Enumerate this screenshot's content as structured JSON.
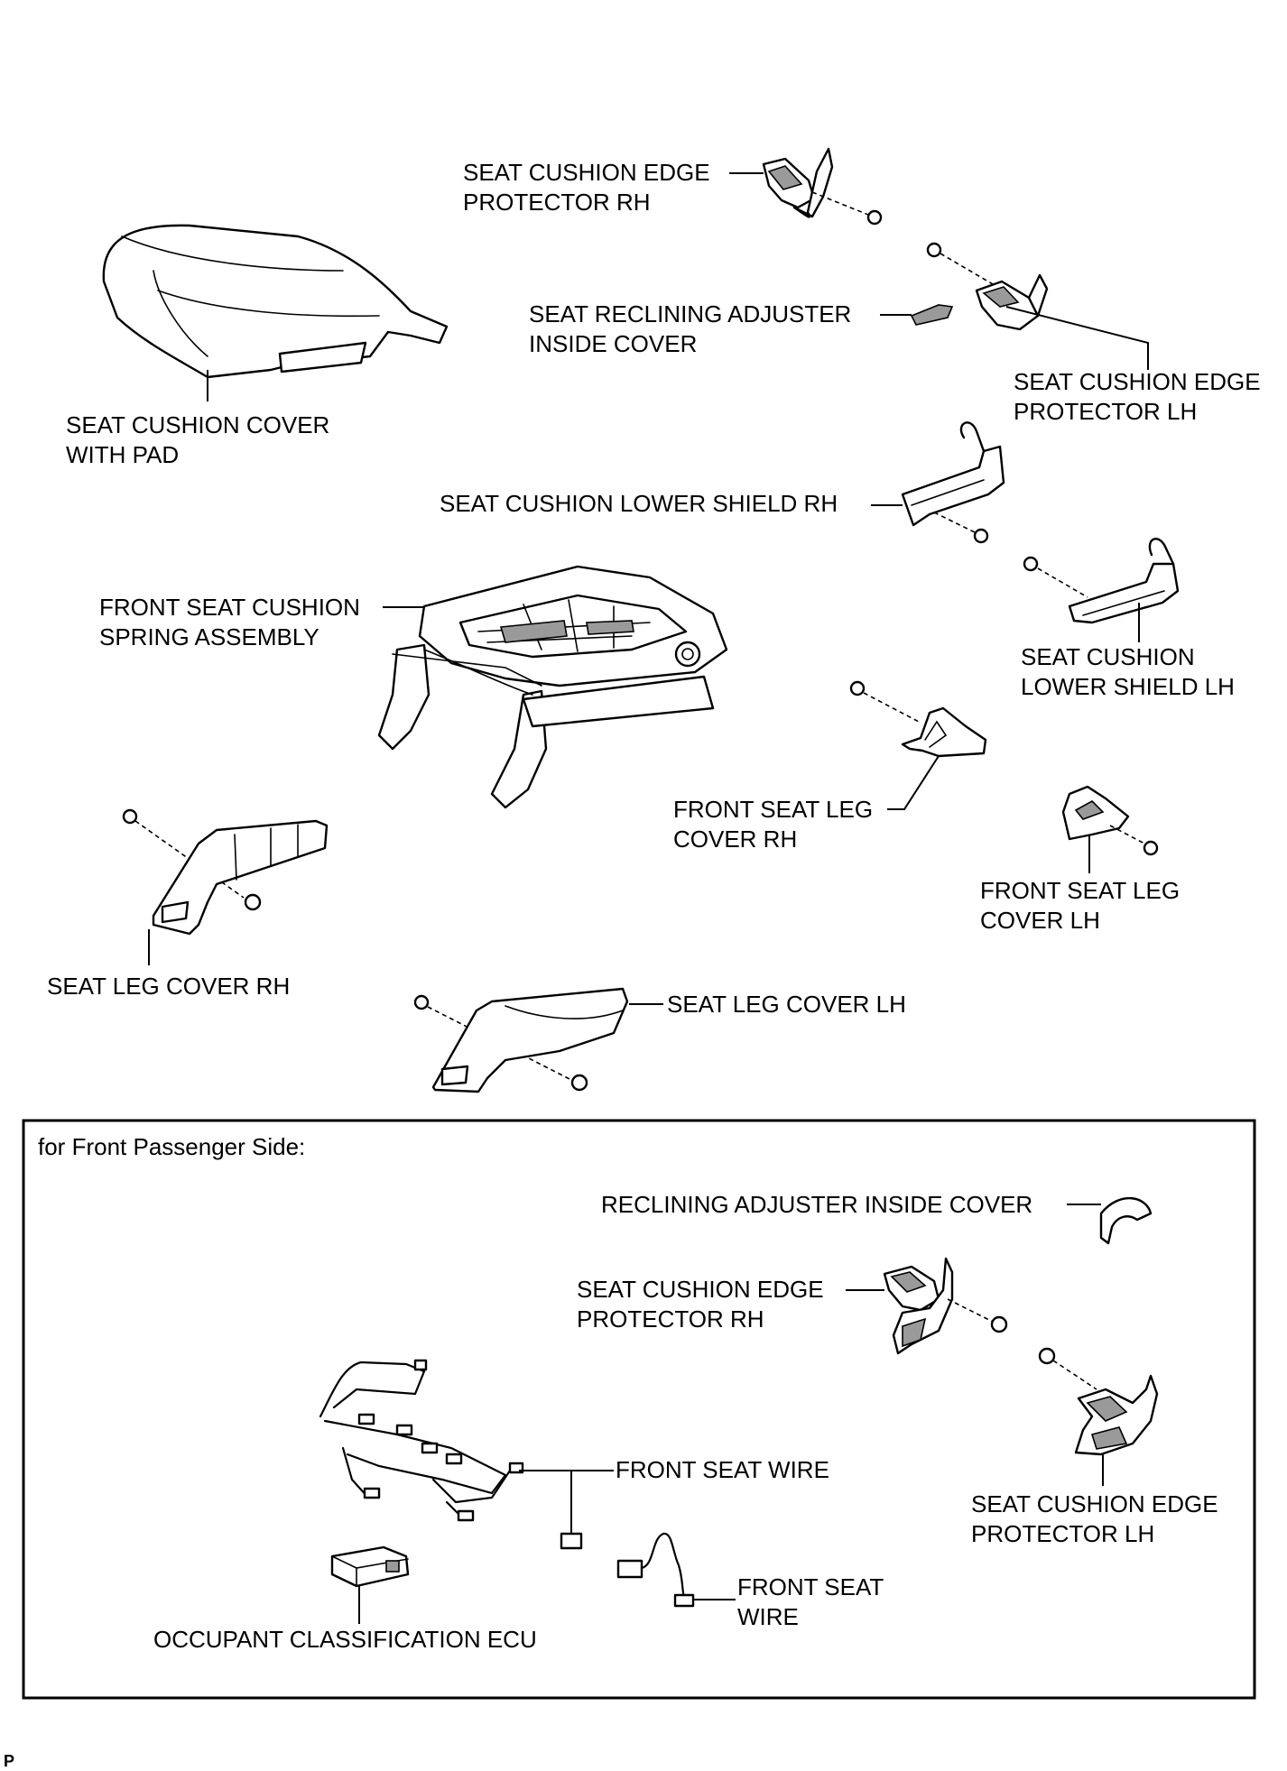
{
  "labels": {
    "edge_protector_rh": [
      "SEAT CUSHION EDGE",
      "PROTECTOR RH"
    ],
    "cushion_cover": [
      "SEAT CUSHION COVER",
      "WITH PAD"
    ],
    "recliner_inside_cover": [
      "SEAT RECLINING ADJUSTER",
      "INSIDE COVER"
    ],
    "edge_protector_lh": [
      "SEAT CUSHION EDGE",
      "PROTECTOR LH"
    ],
    "lower_shield_rh": [
      "SEAT CUSHION LOWER SHIELD RH"
    ],
    "spring_assembly": [
      "FRONT SEAT CUSHION",
      "SPRING ASSEMBLY"
    ],
    "lower_shield_lh": [
      "SEAT CUSHION",
      "LOWER SHIELD LH"
    ],
    "front_leg_cover_rh": [
      "FRONT SEAT LEG",
      "COVER RH"
    ],
    "front_leg_cover_lh": [
      "FRONT SEAT LEG",
      "COVER LH"
    ],
    "leg_cover_rh": [
      "SEAT LEG COVER RH"
    ],
    "leg_cover_lh": [
      "SEAT LEG COVER LH"
    ]
  },
  "inset": {
    "title": "for Front Passenger Side:",
    "reclining_cover": [
      "RECLINING ADJUSTER INSIDE COVER"
    ],
    "edge_protector_rh": [
      "SEAT CUSHION EDGE",
      "PROTECTOR RH"
    ],
    "front_seat_wire_1": [
      "FRONT SEAT WIRE"
    ],
    "edge_protector_lh": [
      "SEAT CUSHION EDGE",
      "PROTECTOR LH"
    ],
    "front_seat_wire_2": [
      "FRONT SEAT",
      "WIRE"
    ],
    "occupant_ecu": [
      "OCCUPANT CLASSIFICATION ECU"
    ]
  },
  "footer_code": "P"
}
